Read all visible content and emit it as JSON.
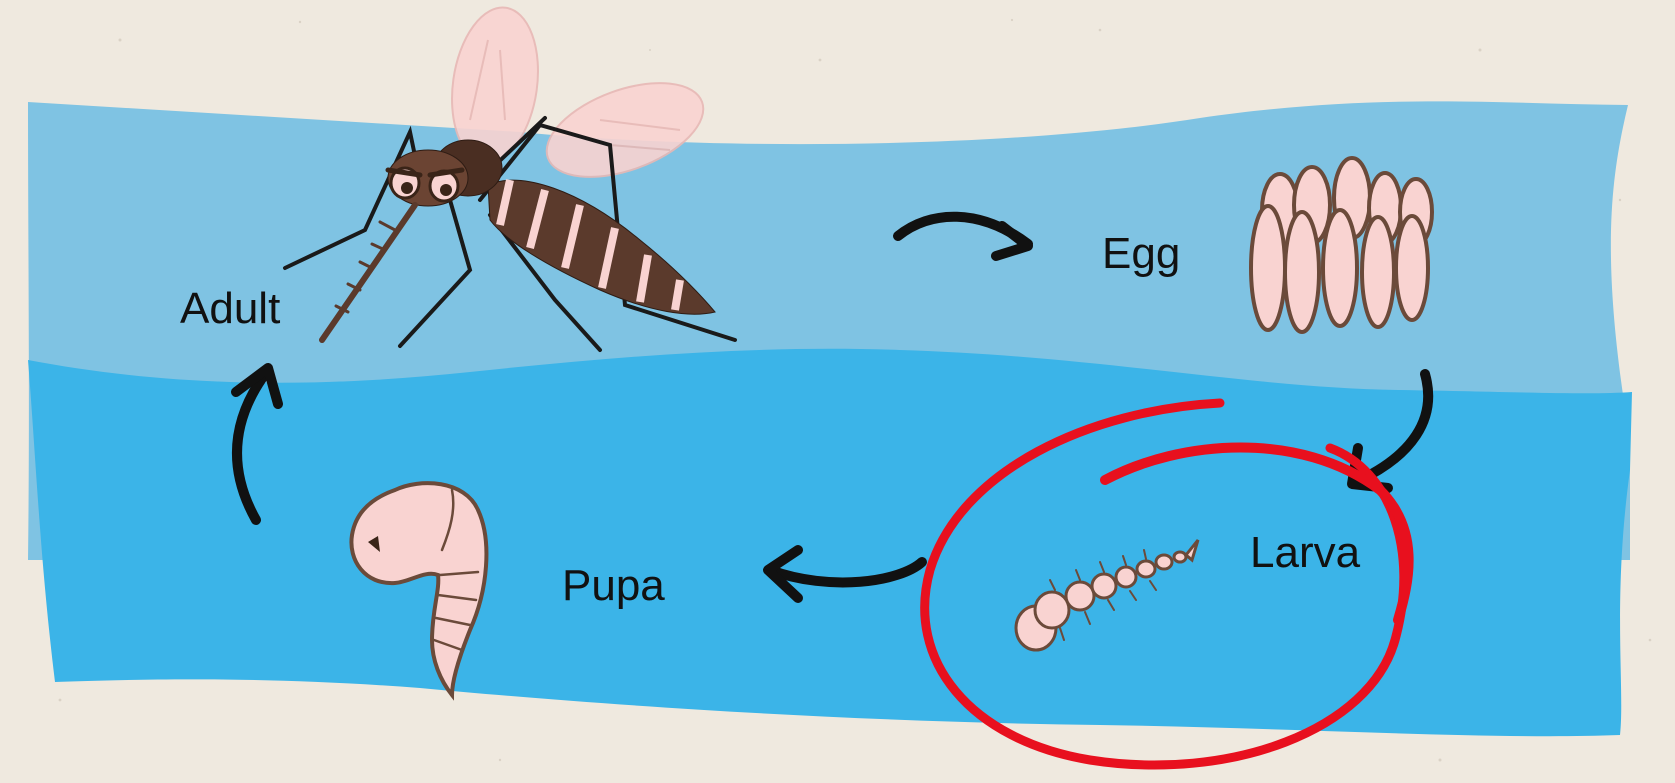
{
  "diagram": {
    "stages": {
      "adult": "Adult",
      "egg": "Egg",
      "larva": "Larva",
      "pupa": "Pupa"
    },
    "colors": {
      "background": "#efe9df",
      "water_light": "#7fc3e3",
      "water_dark": "#3bb4e8",
      "arrow": "#111111",
      "highlight_circle": "#e8101e",
      "insect_pink": "#f9d3d1",
      "insect_outline": "#6b4a3a",
      "mosquito_brown": "#5b3a2c"
    },
    "highlighted_stage": "larva",
    "cycle_order": [
      "adult",
      "egg",
      "larva",
      "pupa"
    ]
  }
}
